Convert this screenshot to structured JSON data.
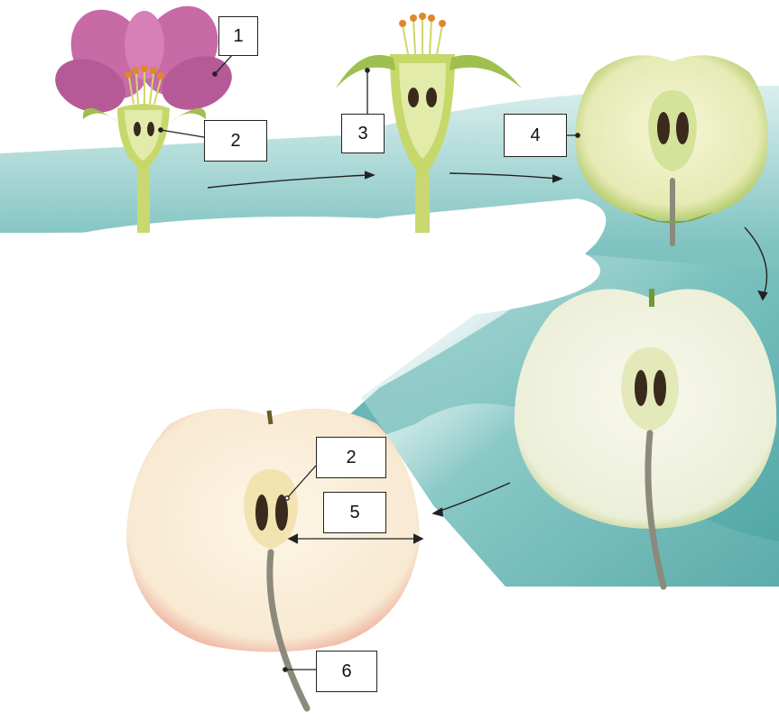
{
  "labels": {
    "l1": "1",
    "l2a": "2",
    "l3": "3",
    "l4": "4",
    "l2b": "2",
    "l5": "5",
    "l6": "6"
  },
  "colors": {
    "teal_band": "#5fb3b1",
    "petal": "#c76aa6",
    "stamen": "#e0862d",
    "green_stem": "#b7cf5a",
    "green_apple_flesh": "#eef0c4",
    "green_apple_skin": "#9fc04f",
    "mature_apple_flesh": "#f4f3e6",
    "red_apple_skin": "#d2605a",
    "red_apple_flesh": "#fbf0dc",
    "seed": "#3a2a1e",
    "stalk": "#8c8a7c"
  }
}
